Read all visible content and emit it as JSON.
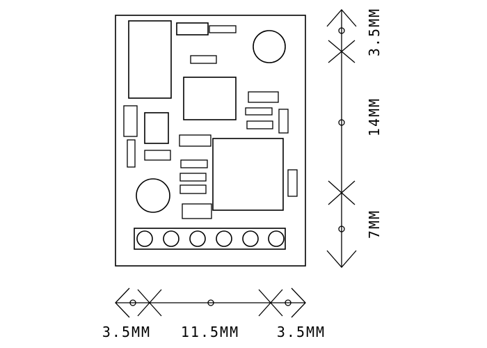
{
  "dimensions": {
    "horizontal": [
      "3.5MM",
      "11.5MM",
      "3.5MM"
    ],
    "vertical": [
      "3.5MM",
      "14MM",
      "7MM"
    ]
  },
  "colors": {
    "line": "#000000",
    "background": "#ffffff"
  }
}
